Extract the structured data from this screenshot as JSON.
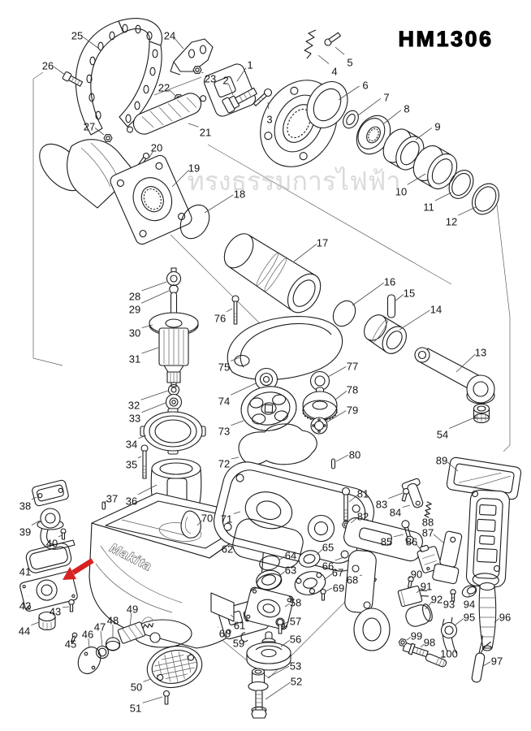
{
  "page": {
    "title": "HM1306",
    "watermark": "ทรงธรรมการไฟฟ้า",
    "brand": "Makita"
  },
  "highlight_arrow": {
    "color": "#d62222"
  },
  "diagram": {
    "type": "exploded-parts-diagram",
    "model": "HM1306",
    "parts_label_format": [
      "part_number",
      "label_x",
      "label_y",
      "leader_x",
      "leader_y"
    ],
    "parts": [
      [
        1,
        308,
        80,
        292,
        100
      ],
      [
        2,
        278,
        99,
        287,
        117
      ],
      [
        3,
        332,
        147,
        330,
        126
      ],
      [
        4,
        412,
        88,
        392,
        68
      ],
      [
        5,
        431,
        77,
        413,
        58
      ],
      [
        6,
        450,
        105,
        417,
        123
      ],
      [
        7,
        476,
        120,
        441,
        142
      ],
      [
        8,
        501,
        134,
        473,
        152
      ],
      [
        9,
        539,
        156,
        512,
        172
      ],
      [
        10,
        494,
        236,
        524,
        214
      ],
      [
        11,
        528,
        255,
        556,
        237
      ],
      [
        12,
        556,
        273,
        586,
        255
      ],
      [
        13,
        592,
        434,
        562,
        458
      ],
      [
        14,
        537,
        381,
        492,
        406
      ],
      [
        15,
        504,
        361,
        486,
        371
      ],
      [
        16,
        480,
        347,
        434,
        376
      ],
      [
        17,
        397,
        299,
        362,
        322
      ],
      [
        18,
        295,
        239,
        252,
        262
      ],
      [
        19,
        239,
        207,
        212,
        230
      ],
      [
        20,
        193,
        182,
        184,
        194
      ],
      [
        21,
        253,
        163,
        232,
        152
      ],
      [
        22,
        202,
        108,
        216,
        118
      ],
      [
        23,
        259,
        97,
        248,
        89
      ],
      [
        24,
        209,
        44,
        226,
        60
      ],
      [
        25,
        95,
        44,
        122,
        60
      ],
      [
        26,
        59,
        81,
        80,
        92
      ],
      [
        27,
        110,
        156,
        128,
        166
      ],
      [
        28,
        166,
        365,
        205,
        347
      ],
      [
        29,
        166,
        381,
        208,
        358
      ],
      [
        30,
        166,
        410,
        188,
        400
      ],
      [
        31,
        166,
        442,
        195,
        428
      ],
      [
        32,
        165,
        499,
        207,
        481
      ],
      [
        33,
        166,
        515,
        204,
        496
      ],
      [
        34,
        162,
        547,
        180,
        536
      ],
      [
        35,
        162,
        572,
        174,
        562
      ],
      [
        36,
        162,
        617,
        193,
        597
      ],
      [
        37,
        138,
        614,
        128,
        620
      ],
      [
        38,
        31,
        623,
        45,
        612
      ],
      [
        39,
        31,
        655,
        49,
        641
      ],
      [
        40,
        64,
        669,
        76,
        659
      ],
      [
        41,
        31,
        704,
        38,
        692
      ],
      [
        42,
        31,
        746,
        34,
        734
      ],
      [
        43,
        68,
        753,
        85,
        747
      ],
      [
        44,
        30,
        777,
        48,
        766
      ],
      [
        45,
        87,
        793,
        91,
        784
      ],
      [
        46,
        108,
        781,
        110,
        798
      ],
      [
        47,
        123,
        772,
        126,
        796
      ],
      [
        48,
        139,
        764,
        139,
        786
      ],
      [
        49,
        163,
        750,
        160,
        771
      ],
      [
        50,
        168,
        846,
        186,
        836
      ],
      [
        51,
        167,
        872,
        200,
        858
      ],
      [
        52,
        365,
        839,
        327,
        861
      ],
      [
        53,
        364,
        820,
        330,
        834
      ],
      [
        54,
        545,
        535,
        587,
        513
      ],
      [
        56,
        364,
        787,
        346,
        796
      ],
      [
        57,
        364,
        765,
        350,
        768
      ],
      [
        58,
        364,
        742,
        351,
        747
      ],
      [
        59,
        294,
        792,
        303,
        786
      ],
      [
        60,
        277,
        780,
        268,
        772
      ],
      [
        61,
        295,
        770,
        284,
        757
      ],
      [
        62,
        280,
        676,
        292,
        672
      ],
      [
        63,
        358,
        702,
        344,
        709
      ],
      [
        64,
        358,
        684,
        343,
        690
      ],
      [
        65,
        404,
        674,
        390,
        683
      ],
      [
        66,
        404,
        697,
        424,
        686
      ],
      [
        67,
        416,
        705,
        399,
        714
      ],
      [
        68,
        434,
        714,
        446,
        708
      ],
      [
        69,
        417,
        724,
        401,
        728
      ],
      [
        70,
        255,
        638,
        243,
        647
      ],
      [
        71,
        279,
        639,
        296,
        630
      ],
      [
        72,
        276,
        571,
        294,
        563
      ],
      [
        73,
        276,
        531,
        300,
        518
      ],
      [
        74,
        276,
        494,
        315,
        472
      ],
      [
        75,
        276,
        452,
        295,
        440
      ],
      [
        76,
        271,
        392,
        286,
        380
      ],
      [
        77,
        434,
        451,
        404,
        464
      ],
      [
        78,
        434,
        480,
        413,
        492
      ],
      [
        79,
        434,
        505,
        402,
        520
      ],
      [
        80,
        437,
        560,
        414,
        568
      ],
      [
        81,
        447,
        608,
        430,
        618
      ],
      [
        82,
        447,
        636,
        432,
        644
      ],
      [
        83,
        470,
        621,
        496,
        607
      ],
      [
        84,
        487,
        631,
        505,
        622
      ],
      [
        85,
        476,
        667,
        497,
        658
      ],
      [
        86,
        507,
        667,
        520,
        679
      ],
      [
        87,
        527,
        656,
        546,
        668
      ],
      [
        88,
        527,
        643,
        526,
        634
      ],
      [
        89,
        544,
        567,
        564,
        580
      ],
      [
        90,
        513,
        707,
        504,
        712
      ],
      [
        91,
        525,
        722,
        513,
        730
      ],
      [
        92,
        538,
        738,
        524,
        750
      ],
      [
        93,
        553,
        744,
        557,
        737
      ],
      [
        94,
        578,
        744,
        578,
        735
      ],
      [
        95,
        578,
        760,
        560,
        770
      ],
      [
        96,
        622,
        760,
        609,
        766
      ],
      [
        97,
        612,
        814,
        595,
        820
      ],
      [
        98,
        529,
        791,
        518,
        797
      ],
      [
        99,
        513,
        783,
        501,
        788
      ],
      [
        100,
        553,
        805,
        546,
        810
      ]
    ]
  }
}
